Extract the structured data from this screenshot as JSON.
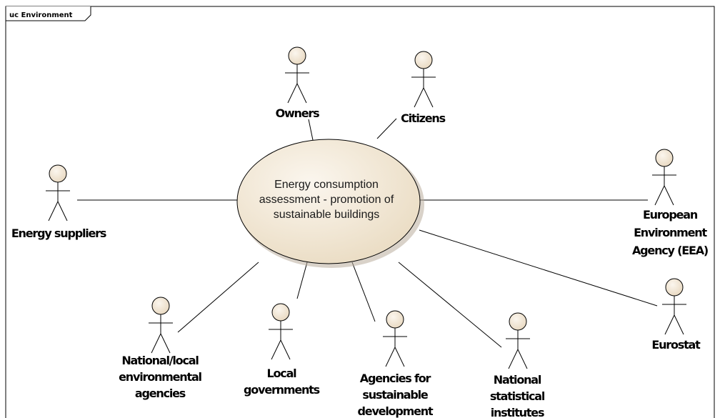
{
  "frame": {
    "label": "uc Environment"
  },
  "use_case": {
    "lines": [
      "Energy consumption",
      "assessment - promotion of",
      "sustainable buildings"
    ],
    "fill": "#f1e7d6",
    "stroke": "#000000"
  },
  "actors": [
    {
      "id": "owners",
      "label": [
        "Owners"
      ]
    },
    {
      "id": "citizens",
      "label": [
        "Citizens"
      ]
    },
    {
      "id": "energy-suppliers",
      "label": [
        "Energy suppliers"
      ]
    },
    {
      "id": "eea",
      "label": [
        "European",
        "Environment",
        "Agency (EEA)"
      ]
    },
    {
      "id": "eurostat",
      "label": [
        "Eurostat"
      ]
    },
    {
      "id": "national-local-env-agencies",
      "label": [
        "National/local",
        "environmental",
        "agencies"
      ]
    },
    {
      "id": "local-governments",
      "label": [
        "Local",
        "governments"
      ]
    },
    {
      "id": "agencies-sustainable-dev",
      "label": [
        "Agencies for",
        "sustainable",
        "development"
      ]
    },
    {
      "id": "national-statistical-institutes",
      "label": [
        "National",
        "statistical",
        "institutes"
      ]
    }
  ],
  "colors": {
    "actor_head_fill": "#f1e7d6",
    "line": "#000000"
  }
}
